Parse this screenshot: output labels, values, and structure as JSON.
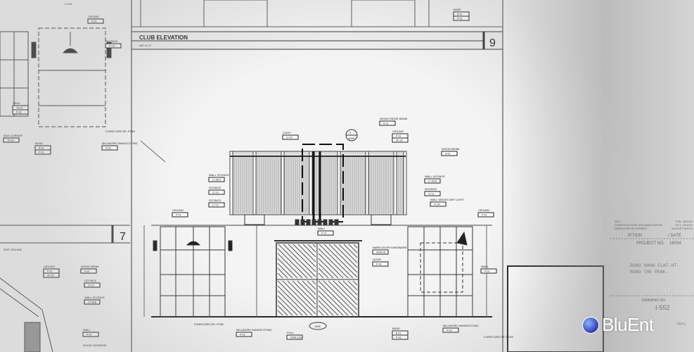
{
  "sheet": {
    "main_title": "CLUB ELEVATION",
    "main_scale": "3/8\"=1'-0\"",
    "main_number": "9",
    "left_number": "7",
    "section_tag": {
      "top": "2",
      "bottom": "1108"
    },
    "center_tag": "1108",
    "top_left_code": "LT-04"
  },
  "callouts": [
    {
      "label": "LIGHT",
      "codes": [
        "LT-20"
      ]
    },
    {
      "label": "WOOD RIDGE BEAM",
      "codes": [
        "S-01"
      ]
    },
    {
      "label": "CEILING",
      "codes": [
        "P-01",
        "SF-04"
      ]
    },
    {
      "label": "WOOD BEAM",
      "codes": [
        "S-01"
      ]
    },
    {
      "label": "WALL SCONCE",
      "codes": [
        "LT-08-A"
      ]
    },
    {
      "label": "SCONCE",
      "codes": [
        "LT-14"
      ]
    },
    {
      "label": "SCONCE",
      "codes": [
        "LT-10"
      ]
    },
    {
      "label": "WALL SCONCE",
      "codes": [
        "LT-08-B"
      ]
    },
    {
      "label": "SCONCE",
      "codes": [
        "LT-11"
      ]
    },
    {
      "label": "WALL MOUNT ART LIGHT",
      "codes": [
        "LT-04"
      ]
    },
    {
      "label": "CEILING",
      "codes": [
        "P-01"
      ]
    },
    {
      "label": "CEILING",
      "codes": [
        "P-01"
      ]
    },
    {
      "label": "WALL",
      "codes": [
        "P-01"
      ]
    },
    {
      "label": "BARN DOOR HARDWARE",
      "codes": [
        "HDW-28"
      ]
    },
    {
      "label": "DOOR",
      "codes": [
        "P-04"
      ]
    },
    {
      "label": "WALL",
      "codes": [
        "P-01"
      ]
    },
    {
      "label": "FURNITURE RE: FF&E",
      "codes": []
    },
    {
      "label": "MILLWORK WAINSCOTING",
      "codes": [
        "P-03"
      ]
    },
    {
      "label": "PULL",
      "codes": [
        "HDW-13A"
      ]
    },
    {
      "label": "BASE",
      "codes": [
        "B-01",
        "P-03"
      ]
    },
    {
      "label": "MILLWORK WAINSCOTING",
      "codes": [
        "P-03"
      ]
    },
    {
      "label": "FURNITURE RE: FF&E",
      "codes": []
    },
    {
      "label": "BASE",
      "codes": [
        "B-01",
        "P-01"
      ]
    },
    {
      "label": "CEILING",
      "codes": [
        "P-01"
      ]
    },
    {
      "label": "SCONCE",
      "codes": [
        "LT-07"
      ]
    },
    {
      "label": "TRIM",
      "codes": [
        "TR-01",
        "P-03"
      ]
    },
    {
      "label": "FURNITURE RE: FF&E",
      "codes": []
    },
    {
      "label": "BASE",
      "codes": [
        "B-01",
        "P-01"
      ]
    },
    {
      "label": "MILLWORK WAINSCOTING",
      "codes": [
        "P-03"
      ]
    },
    {
      "label": "AGE CORNER",
      "codes": [
        "TR-02"
      ]
    },
    {
      "label": "DGE CEILING",
      "codes": []
    },
    {
      "label": "CEILING",
      "codes": [
        "P-01",
        "SF-04"
      ]
    },
    {
      "label": "WOOD BEAM",
      "codes": [
        "S-01"
      ]
    },
    {
      "label": "SCONCE",
      "codes": [
        "LT-10"
      ]
    },
    {
      "label": "WALL SCONCE",
      "codes": [
        "LT-08-B"
      ]
    },
    {
      "label": "WALL",
      "codes": [
        "P-01"
      ]
    },
    {
      "label": "WOOD SCREENS",
      "codes": []
    }
  ],
  "title_block": {
    "revisions": [
      {
        "name": "SN 1",
        "date": "FEB. 08/2020"
      },
      {
        "name": "CONSTRUCTION DOCUMENTATION",
        "date": "OCT. 04/2019"
      },
      {
        "name": "DESIGN DEVELOPMENT",
        "date": "AUGUST 8/2019"
      }
    ],
    "col_description": "IPTION",
    "col_date": "/ DATE",
    "project_label": "PROJECT NO.",
    "project_no": "18034",
    "project_name_1": "ROAD SHOW FLAT-HT-",
    "project_name_2": "ROAD THE PEAK.",
    "drawing_label": "DRAWING NO.",
    "drawing_no": "I-552",
    "taps": "TAPS"
  },
  "logo": {
    "text": "BluEnt"
  }
}
